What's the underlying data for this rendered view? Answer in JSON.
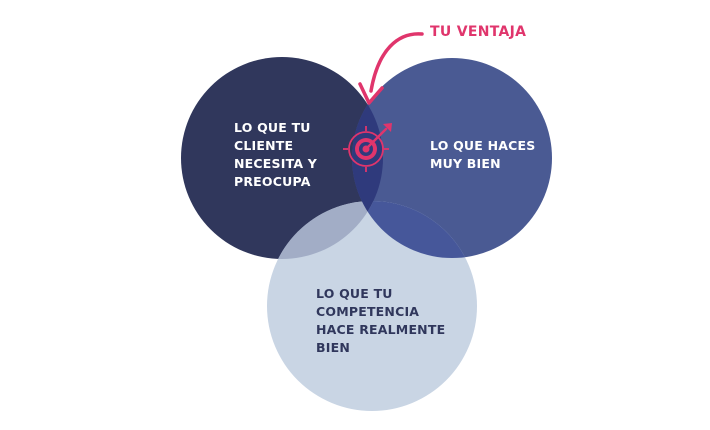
{
  "diagram": {
    "highlight": {
      "label": "TU VENTAJA",
      "color": "#e0356c"
    },
    "circles": [
      {
        "id": "cliente",
        "lines": [
          "LO QUE TU",
          "CLIENTE",
          "NECESITA Y",
          "PREOCUPA"
        ],
        "fill": "#30375c",
        "text_color": "#ffffff"
      },
      {
        "id": "haces",
        "lines": [
          "LO QUE HACES",
          "MUY BIEN"
        ],
        "fill": "#4a5a93",
        "text_color": "#ffffff"
      },
      {
        "id": "competencia",
        "lines": [
          "LO QUE TU",
          "COMPETENCIA",
          "HACE REALMENTE",
          "BIEN"
        ],
        "fill": "#c9d5e4",
        "text_color": "#30375c"
      }
    ],
    "overlap_colors": {
      "cliente_haces": "#2f3a7c",
      "cliente_competencia": "#a2adc6",
      "haces_competencia": "#46579a"
    },
    "icons": {
      "target": "target-bullseye-icon",
      "arrow": "curved-arrow-icon"
    }
  }
}
